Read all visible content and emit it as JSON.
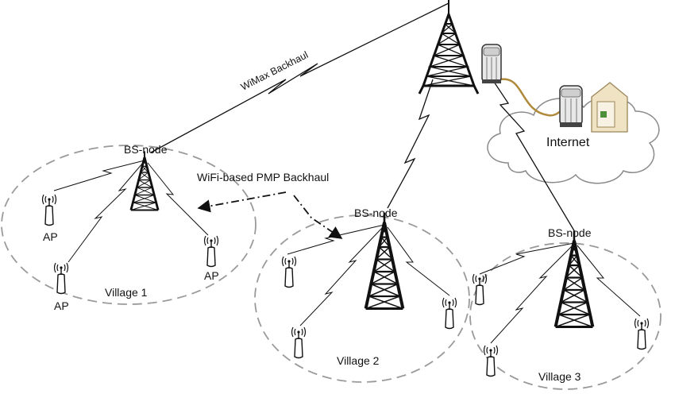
{
  "labels": {
    "wimax_backhaul": "WiMax Backhaul",
    "wifi_backhaul": "WiFi-based PMP Backhaul",
    "internet": "Internet",
    "bs_node_1": "BS-node",
    "bs_node_2": "BS-node",
    "bs_node_3": "BS-node",
    "village_1": "Village 1",
    "village_2": "Village 2",
    "village_3": "Village 3",
    "ap_1": "AP",
    "ap_2": "AP",
    "ap_3": "AP"
  },
  "colors": {
    "line": "#111111",
    "ellipse": "#9a9a9a",
    "cloud_stroke": "#8a8a8a",
    "cable": "#b08a3a"
  }
}
